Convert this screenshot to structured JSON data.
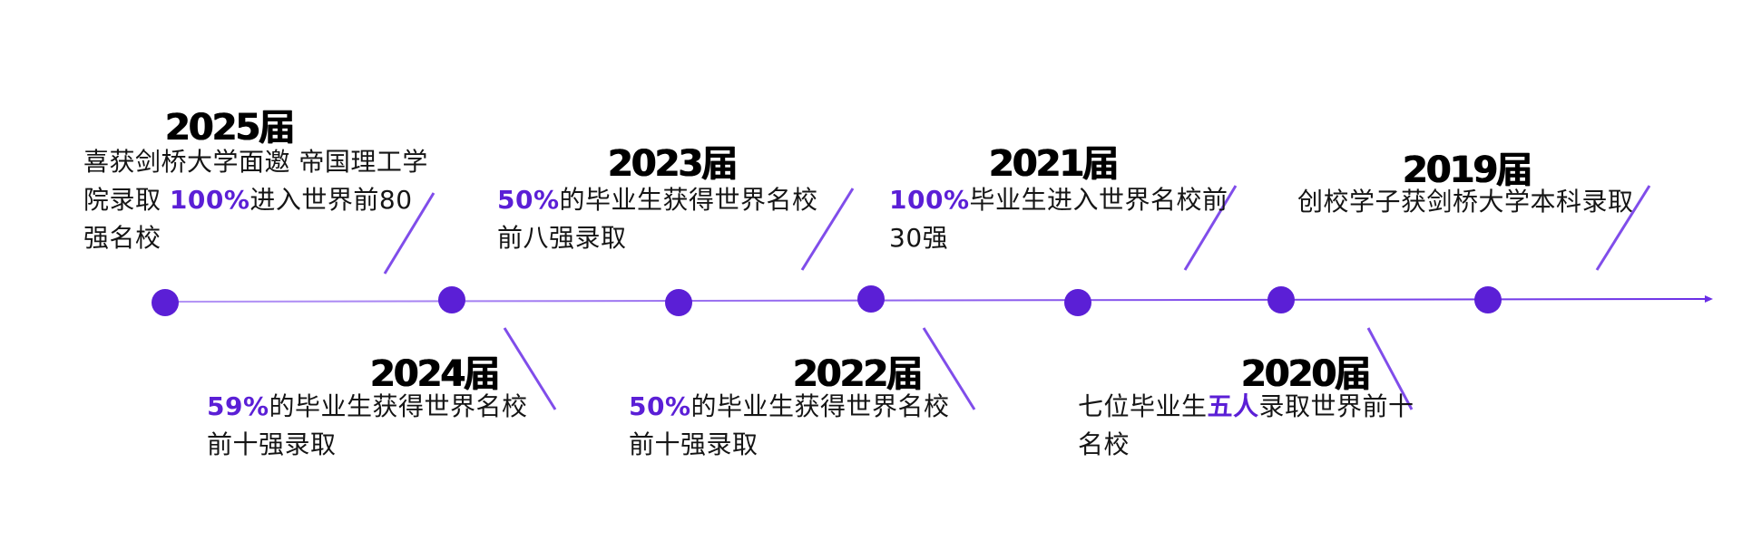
{
  "colors": {
    "accent": "#5b1fd6",
    "line": "#7b3ff0",
    "text": "#151515",
    "year": "#000000"
  },
  "timeline": {
    "events": [
      {
        "year": "2025届",
        "text_before": "喜获剑桥大学面邀 帝国理工学院录取 ",
        "highlight": "100%",
        "text_after": "进入世界前80强名校"
      },
      {
        "year": "2024届",
        "text_before": "",
        "highlight": "59%",
        "text_after": "的毕业生获得世界名校前十强录取"
      },
      {
        "year": "2023届",
        "text_before": "",
        "highlight": "50%",
        "text_after": "的毕业生获得世界名校前八强录取"
      },
      {
        "year": "2022届",
        "text_before": "",
        "highlight": "50%",
        "text_after": "的毕业生获得世界名校前十强录取"
      },
      {
        "year": "2021届",
        "text_before": "",
        "highlight": "100%",
        "text_after": "毕业生进入世界名校前30强"
      },
      {
        "year": "2020届",
        "text_before": "七位毕业生",
        "highlight": "五人",
        "text_after": "录取世界前十名校"
      },
      {
        "year": "2019届",
        "text_before": "创校学子获剑桥大学本科录取",
        "highlight": "",
        "text_after": ""
      }
    ]
  }
}
